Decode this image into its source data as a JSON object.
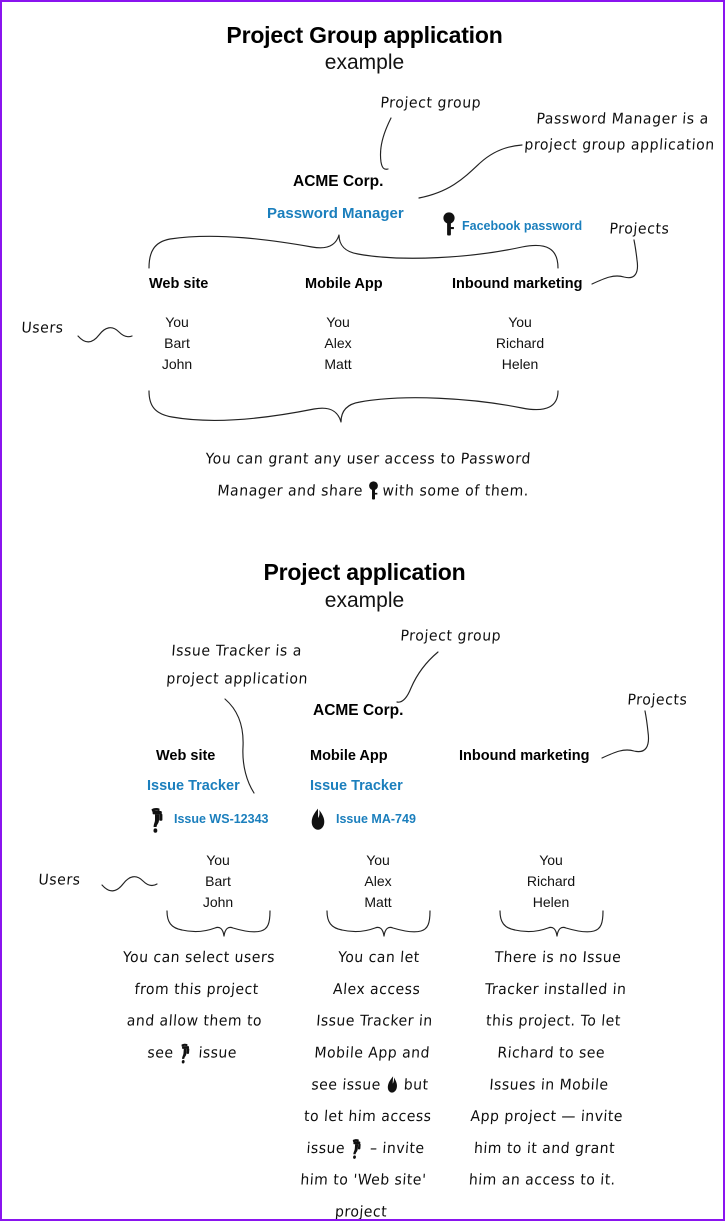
{
  "page": {
    "border_color": "#8a14ef",
    "accent_blue": "#1b7fbd",
    "background": "#ffffff"
  },
  "section1": {
    "title": "Project Group application",
    "subtitle": "example",
    "annotations": {
      "project_group": "Project group",
      "app_note_line1": "Password Manager is a",
      "app_note_line2": "project group application",
      "projects": "Projects",
      "users": "Users",
      "bottom_line1": "You can grant any user access to Password",
      "bottom_line2_a": "Manager and share",
      "bottom_line2_b": "with some of them."
    },
    "org": "ACME Corp.",
    "app": "Password Manager",
    "item": {
      "icon": "key-icon",
      "label": "Facebook password"
    },
    "projects": [
      {
        "name": "Web site",
        "users": [
          "You",
          "Bart",
          "John"
        ]
      },
      {
        "name": "Mobile App",
        "users": [
          "You",
          "Alex",
          "Matt"
        ]
      },
      {
        "name": "Inbound marketing",
        "users": [
          "You",
          "Richard",
          "Helen"
        ]
      }
    ]
  },
  "section2": {
    "title": "Project application",
    "subtitle": "example",
    "annotations": {
      "app_note_line1": "Issue Tracker is a",
      "app_note_line2": "project application",
      "project_group": "Project group",
      "projects": "Projects",
      "users": "Users"
    },
    "org": "ACME Corp.",
    "projects": [
      {
        "name": "Web site",
        "app": "Issue Tracker",
        "item": {
          "icon": "faucet-icon",
          "label": "Issue WS-12343"
        },
        "users": [
          "You",
          "Bart",
          "John"
        ],
        "note_lines": [
          "You can select users",
          "from this project",
          "and allow them to",
          "see ⬩ issue"
        ],
        "note_inline_icon": "faucet-icon"
      },
      {
        "name": "Mobile App",
        "app": "Issue Tracker",
        "item": {
          "icon": "flame-icon",
          "label": "Issue MA-749"
        },
        "users": [
          "You",
          "Alex",
          "Matt"
        ],
        "note_lines": [
          "You can let",
          "Alex access",
          "Issue Tracker in",
          "Mobile App and",
          "see issue ⬩ but",
          "to let him access",
          "issue ⬩ - invite",
          "him to 'Web site'",
          "project"
        ],
        "note_inline_icon": "flame-icon"
      },
      {
        "name": "Inbound marketing",
        "app": "",
        "item": {
          "icon": "",
          "label": ""
        },
        "users": [
          "You",
          "Richard",
          "Helen"
        ],
        "note_lines": [
          "There is no Issue",
          "Tracker installed in",
          "this project. To let",
          "Richard to see",
          "Issues in Mobile",
          "App project — invite",
          "him to it and grant",
          "him an access to it."
        ],
        "note_inline_icon": ""
      }
    ],
    "note_col1": {
      "l1": "You can select users",
      "l2": "from this project",
      "l3": "and allow them to",
      "l4_a": "see",
      "l4_b": "issue"
    },
    "note_col2": {
      "l1": "You can let",
      "l2": "Alex access",
      "l3": "Issue Tracker in",
      "l4": "Mobile App and",
      "l5_a": "see issue",
      "l5_b": "but",
      "l6": "to let him access",
      "l7_a": "issue",
      "l7_b": "– invite",
      "l8": "him to 'Web site'",
      "l9": "project"
    },
    "note_col3": {
      "l1": "There is no Issue",
      "l2": "Tracker installed in",
      "l3": "this project. To let",
      "l4": "Richard to see",
      "l5": "Issues in Mobile",
      "l6": "App project — invite",
      "l7": "him to it and grant",
      "l8": "him an access to it."
    }
  }
}
